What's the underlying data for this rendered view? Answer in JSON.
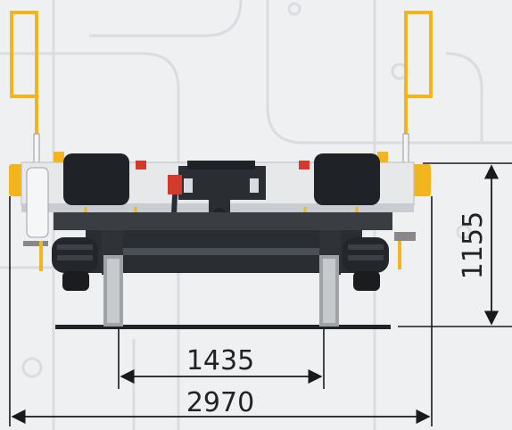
{
  "dimensions": {
    "track_gauge": "1435",
    "overall_width": "2970",
    "height": "1155"
  },
  "colors": {
    "background": "#eef0f2",
    "background_lines": "#d9dde1",
    "accent_yellow": "#f2b51d",
    "body_light": "#e6e8ea",
    "dark": "#1f2226",
    "brake_red": "#d23a2a",
    "dimension_line": "#1a1a1a"
  }
}
